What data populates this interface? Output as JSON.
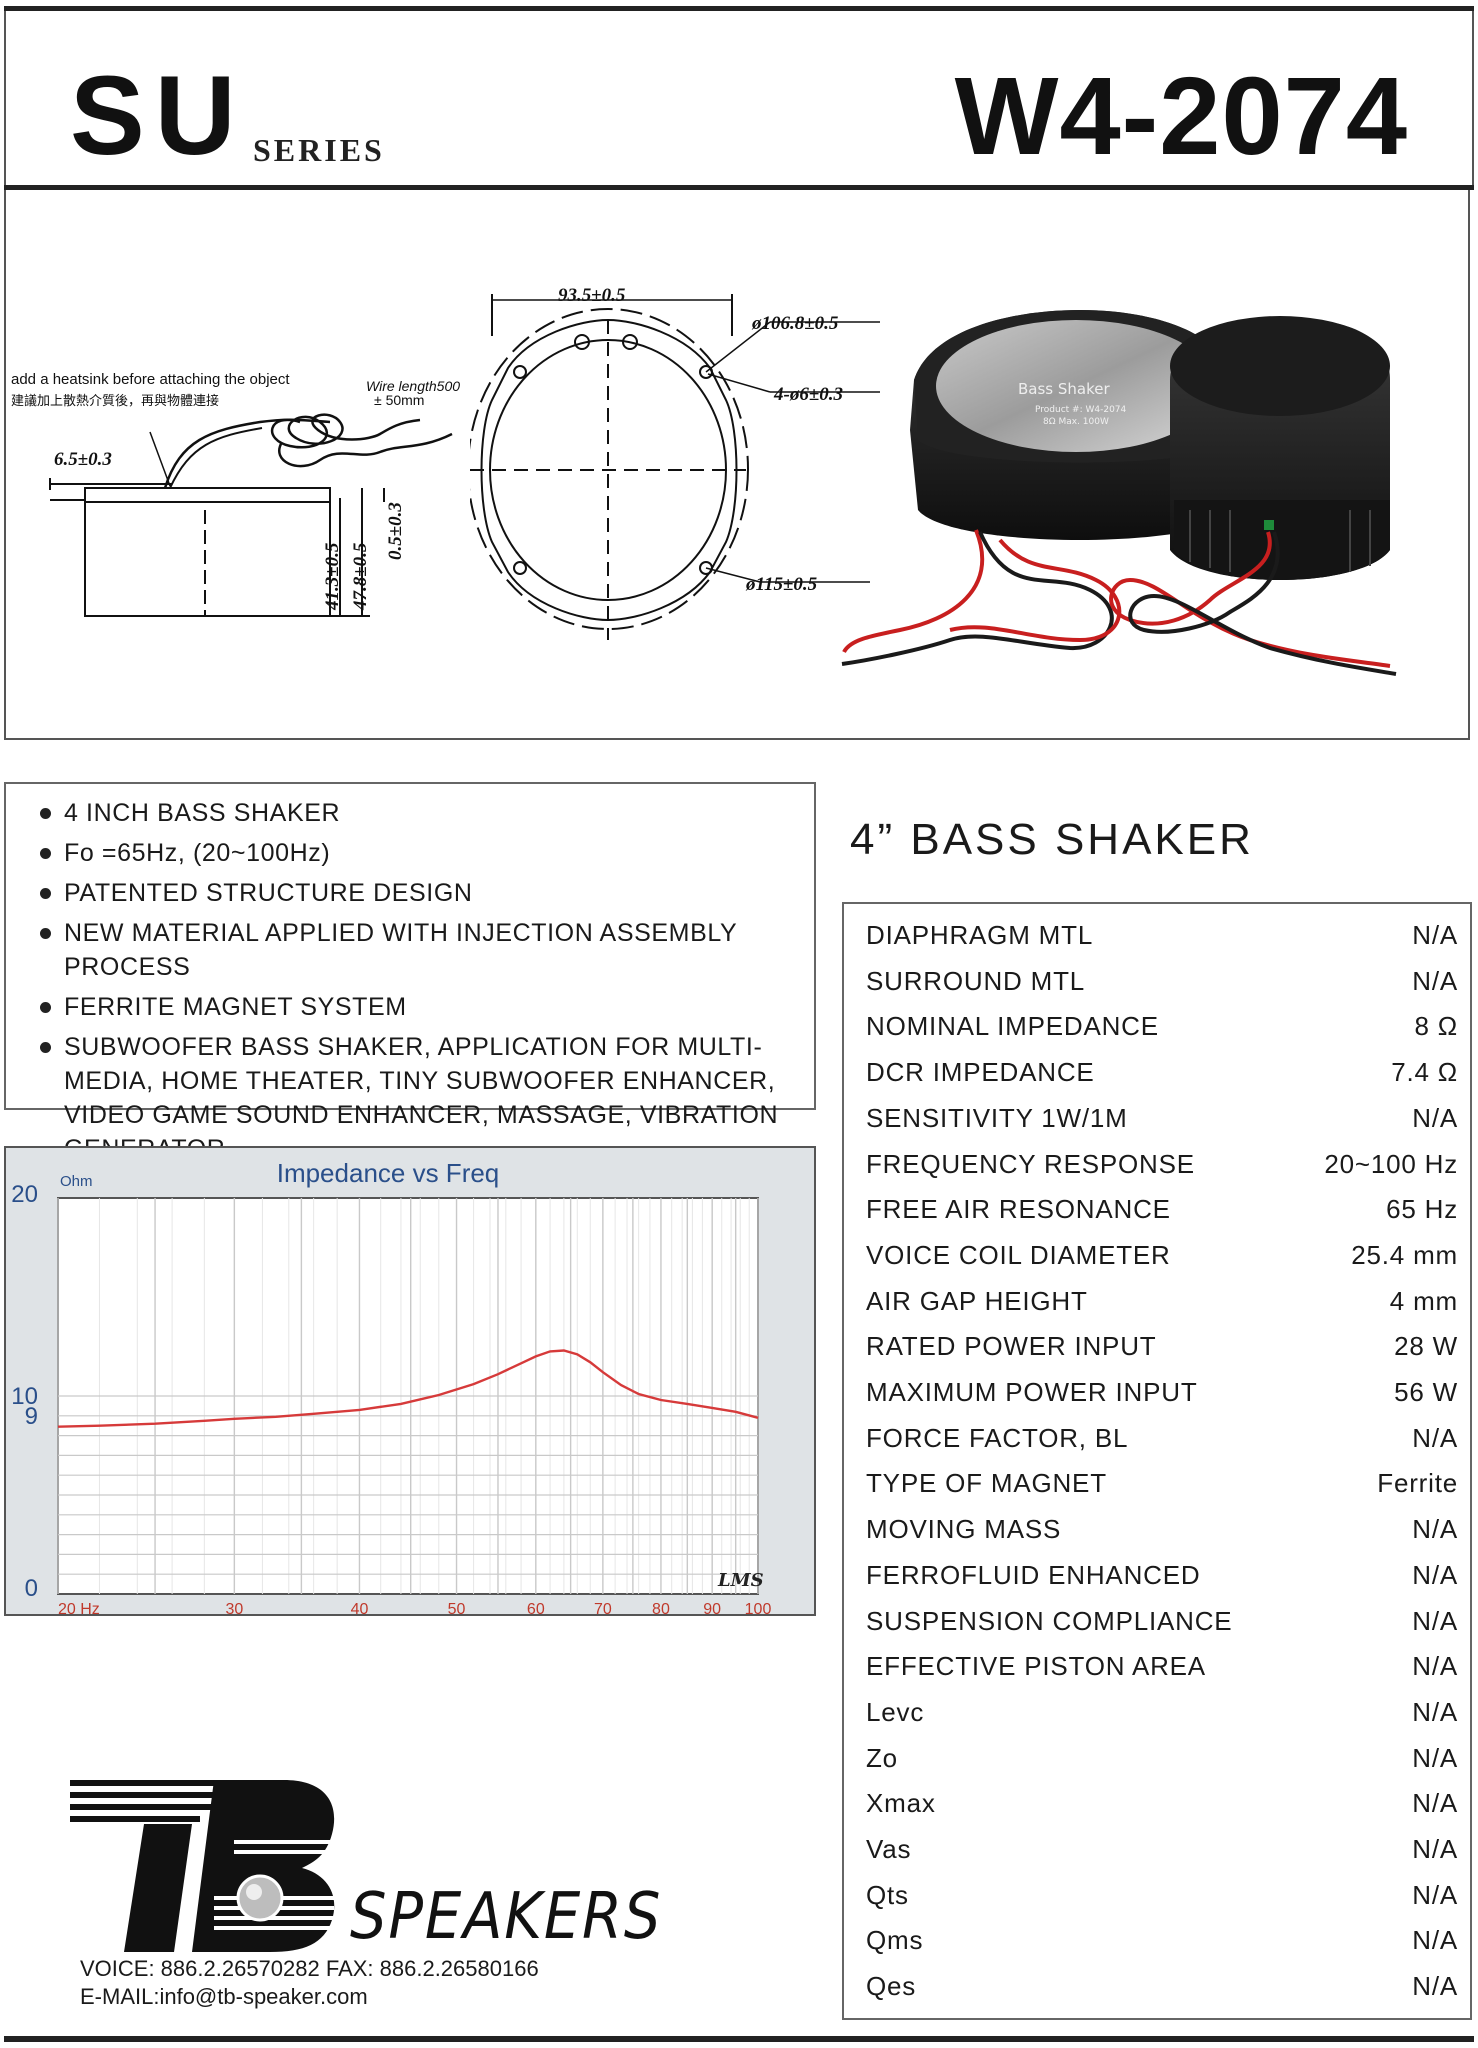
{
  "header": {
    "series_code": "SU",
    "series_word": "SERIES",
    "model": "W4-2074"
  },
  "drawing": {
    "note_en": "add a heatsink before attaching the object",
    "note_zh": "建議加上散熱介質後，再與物體連接",
    "wire_length_1": "Wire length500",
    "wire_length_2": "± 50mm",
    "dims": {
      "d_6_5": "6.5±0.3",
      "d_41_3": "41.3±0.5",
      "d_47_8": "47.8±0.5",
      "d_0_5": "0.5±0.3",
      "d_93_5": "93.5±0.5",
      "d_106_8": "ø106.8±0.5",
      "d_holes": "4-ø6±0.3",
      "d_115": "ø115±0.5"
    },
    "product_label": {
      "brand": "Bass Shaker",
      "product_no": "Product #: W4-2074",
      "rating": "8Ω   Max. 100W"
    }
  },
  "features": [
    "4 INCH BASS SHAKER",
    "Fo =65Hz, (20~100Hz)",
    "PATENTED STRUCTURE DESIGN",
    "NEW MATERIAL APPLIED WITH INJECTION ASSEMBLY PROCESS",
    "FERRITE MAGNET SYSTEM",
    "SUBWOOFER BASS SHAKER, APPLICATION FOR MULTI-MEDIA, HOME THEATER, TINY SUBWOOFER ENHANCER, VIDEO GAME SOUND ENHANCER, MASSAGE,  VIBRATION GENERATOR"
  ],
  "chart_data": {
    "type": "line",
    "title": "Impedance vs Freq",
    "ylabel": "Ohm",
    "xlabel": "",
    "x_scale": "log",
    "xlim": [
      20,
      100
    ],
    "ylim": [
      0,
      20
    ],
    "x_ticks": [
      {
        "value": 20,
        "label": "20 Hz"
      },
      {
        "value": 30,
        "label": "30"
      },
      {
        "value": 40,
        "label": "40"
      },
      {
        "value": 50,
        "label": "50"
      },
      {
        "value": 60,
        "label": "60"
      },
      {
        "value": 70,
        "label": "70"
      },
      {
        "value": 80,
        "label": "80"
      },
      {
        "value": 90,
        "label": "90"
      },
      {
        "value": 100,
        "label": "100"
      }
    ],
    "y_ticks": [
      {
        "value": 0,
        "label": "0"
      },
      {
        "value": 9,
        "label": "9"
      },
      {
        "value": 10,
        "label": "10"
      },
      {
        "value": 20,
        "label": "20"
      }
    ],
    "watermark": "LMS",
    "grid": true,
    "line_color": "#d63a3a",
    "series": [
      {
        "x": [
          20,
          22,
          25,
          28,
          30,
          33,
          36,
          40,
          44,
          48,
          52,
          55,
          58,
          60,
          62,
          64,
          66,
          68,
          70,
          73,
          76,
          80,
          85,
          90,
          95,
          100
        ],
        "values": [
          8.45,
          8.5,
          8.6,
          8.75,
          8.85,
          8.95,
          9.1,
          9.3,
          9.6,
          10.05,
          10.6,
          11.1,
          11.65,
          12.0,
          12.25,
          12.3,
          12.1,
          11.7,
          11.2,
          10.55,
          10.1,
          9.8,
          9.6,
          9.4,
          9.2,
          8.9
        ]
      }
    ]
  },
  "spec": {
    "title": "4” BASS SHAKER",
    "rows": [
      {
        "label": "DIAPHRAGM MTL",
        "value": "N/A"
      },
      {
        "label": "SURROUND MTL",
        "value": "N/A"
      },
      {
        "label": "NOMINAL IMPEDANCE",
        "value": "8 Ω"
      },
      {
        "label": "DCR IMPEDANCE",
        "value": "7.4 Ω"
      },
      {
        "label": "SENSITIVITY 1W/1M",
        "value": "N/A"
      },
      {
        "label": "FREQUENCY RESPONSE",
        "value": "20~100 Hz"
      },
      {
        "label": "FREE AIR RESONANCE",
        "value": "65 Hz"
      },
      {
        "label": "VOICE COIL DIAMETER",
        "value": "25.4 mm"
      },
      {
        "label": "AIR GAP HEIGHT",
        "value": "4 mm"
      },
      {
        "label": "RATED POWER INPUT",
        "value": "28 W"
      },
      {
        "label": "MAXIMUM POWER INPUT",
        "value": "56 W"
      },
      {
        "label": "FORCE FACTOR, BL",
        "value": "N/A"
      },
      {
        "label": "TYPE OF MAGNET",
        "value": "Ferrite"
      },
      {
        "label": "MOVING MASS",
        "value": "N/A"
      },
      {
        "label": "FERROFLUID ENHANCED",
        "value": "N/A"
      },
      {
        "label": "SUSPENSION COMPLIANCE",
        "value": "N/A"
      },
      {
        "label": "EFFECTIVE PISTON AREA",
        "value": "N/A"
      },
      {
        "label": "Levc",
        "value": "N/A"
      },
      {
        "label": "Zo",
        "value": "N/A"
      },
      {
        "label": "Xmax",
        "value": "N/A"
      },
      {
        "label": "Vas",
        "value": "N/A"
      },
      {
        "label": "Qts",
        "value": "N/A"
      },
      {
        "label": "Qms",
        "value": "N/A"
      },
      {
        "label": "Qes",
        "value": "N/A"
      }
    ]
  },
  "brand": {
    "logo_letters": "TB",
    "word": "SPEAKERS",
    "voice": "VOICE: 886.2.26570282  FAX: 886.2.26580166",
    "email": "E-MAIL:info@tb-speaker.com"
  }
}
